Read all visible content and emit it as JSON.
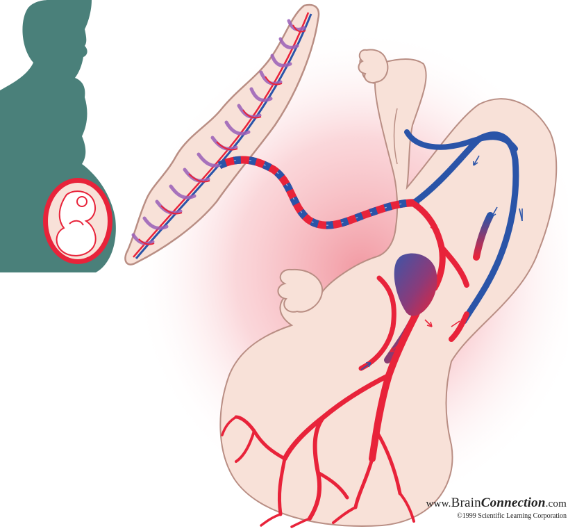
{
  "credit": {
    "url_prefix": "www.",
    "url_brand": "Brain",
    "url_connection": "Connection",
    "url_suffix": ".com",
    "copyright": "©1999 Scientific Learning Corporation"
  },
  "colors": {
    "silhouette": "#4a807a",
    "artery": "#e8233a",
    "vein": "#2a54a8",
    "skin": "#f8e1d8",
    "skin_outline": "#b98e84",
    "glow": "#f5a4ac",
    "placenta_villi": "#9a5fb8"
  },
  "icons": {
    "mother": "pregnant-woman-silhouette",
    "fetus": "fetus-body",
    "placenta": "placenta",
    "cord": "umbilical-cord",
    "heart": "fetal-heart"
  }
}
